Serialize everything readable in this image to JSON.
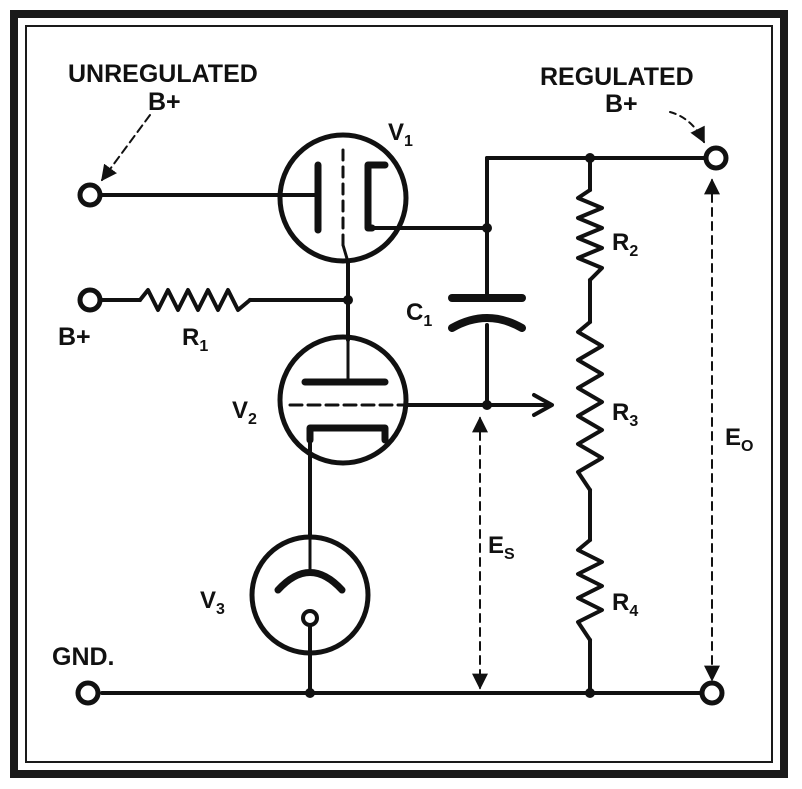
{
  "colors": {
    "ink": "#111111",
    "paper": "#ffffff",
    "border": "#1a1a1a"
  },
  "labels": {
    "unregulated_line1": "UNREGULATED",
    "unregulated_line2": "B+",
    "regulated_line1": "REGULATED",
    "regulated_line2": "B+",
    "b_plus": "B+",
    "gnd": "GND.",
    "v1": {
      "main": "V",
      "sub": "1"
    },
    "v2": {
      "main": "V",
      "sub": "2"
    },
    "v3": {
      "main": "V",
      "sub": "3"
    },
    "r1": {
      "main": "R",
      "sub": "1"
    },
    "r2": {
      "main": "R",
      "sub": "2"
    },
    "r3": {
      "main": "R",
      "sub": "3"
    },
    "r4": {
      "main": "R",
      "sub": "4"
    },
    "c1": {
      "main": "C",
      "sub": "1"
    },
    "es": {
      "main": "E",
      "sub": "S"
    },
    "eo": {
      "main": "E",
      "sub": "O"
    }
  },
  "icons": {
    "v1": "twin-triode-tube-icon",
    "v2": "pentode-tube-icon",
    "v3": "voltage-regulator-tube-icon",
    "resistor": "resistor-icon",
    "capacitor": "capacitor-icon",
    "terminal": "terminal-icon"
  }
}
